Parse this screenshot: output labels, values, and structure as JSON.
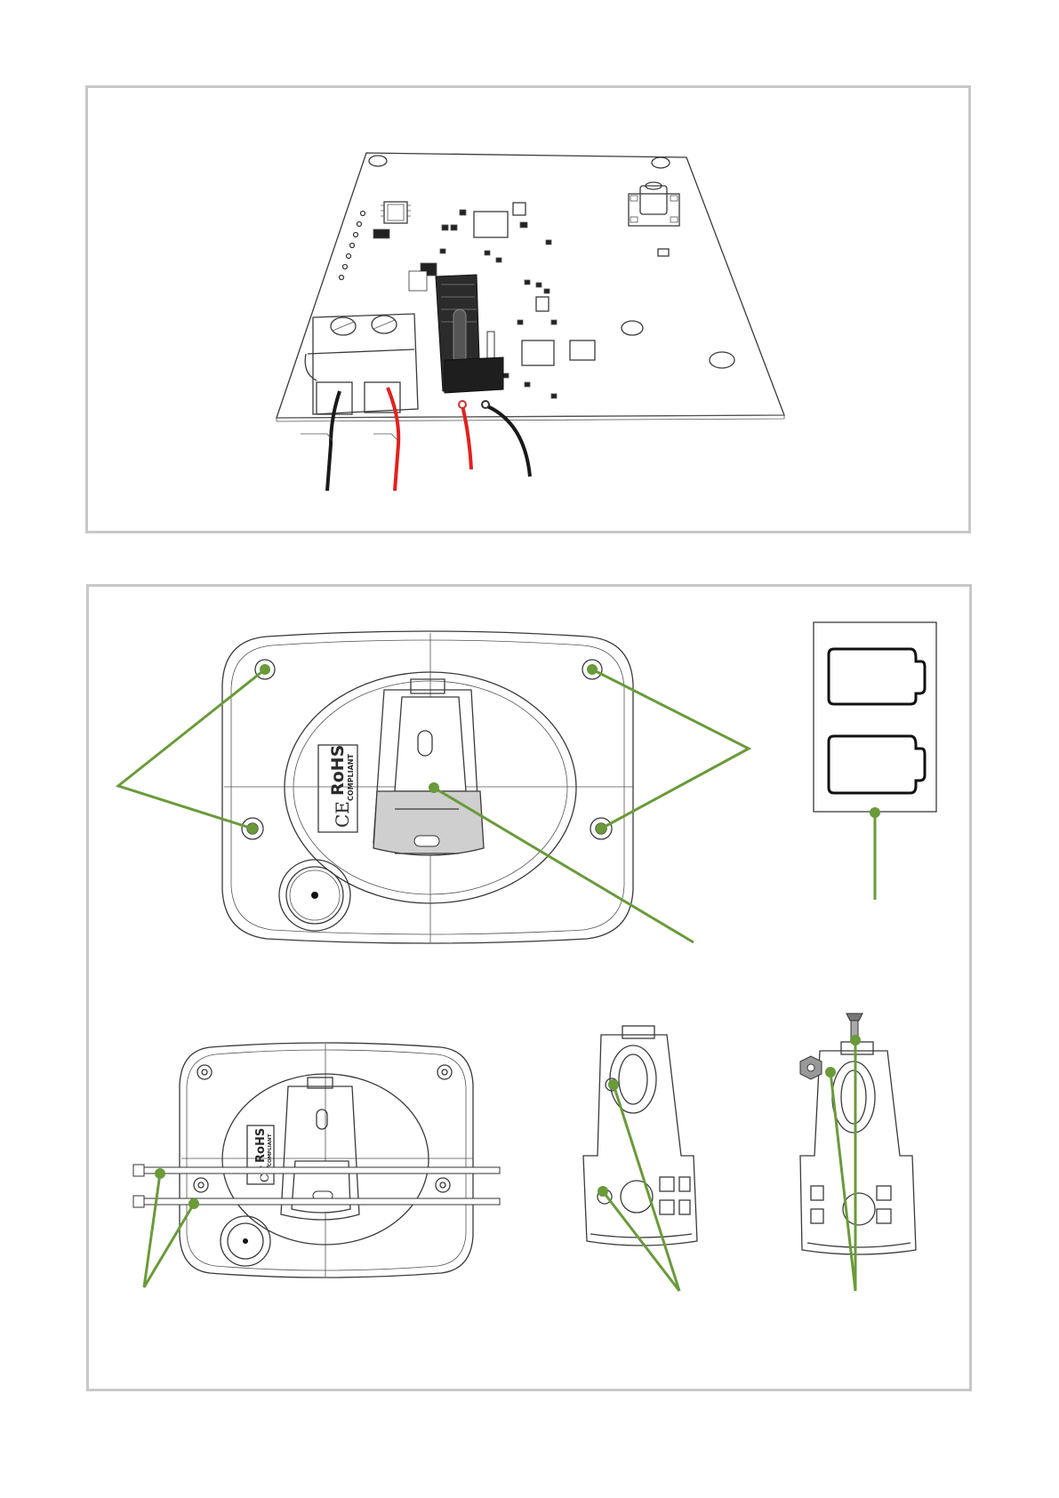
{
  "top_figure": {
    "wire_colors": {
      "black": "#1a1a1a",
      "red": "#e2211c"
    }
  },
  "bottom_figure": {
    "accent_color": "#6a9a3a",
    "label": {
      "rohs": "RoHS",
      "compliant": "COMPLIANT",
      "ce": "CE"
    },
    "small_label": {
      "rohs": "RoHS",
      "compliant": "COMPLIANT",
      "ce": "CE"
    }
  }
}
